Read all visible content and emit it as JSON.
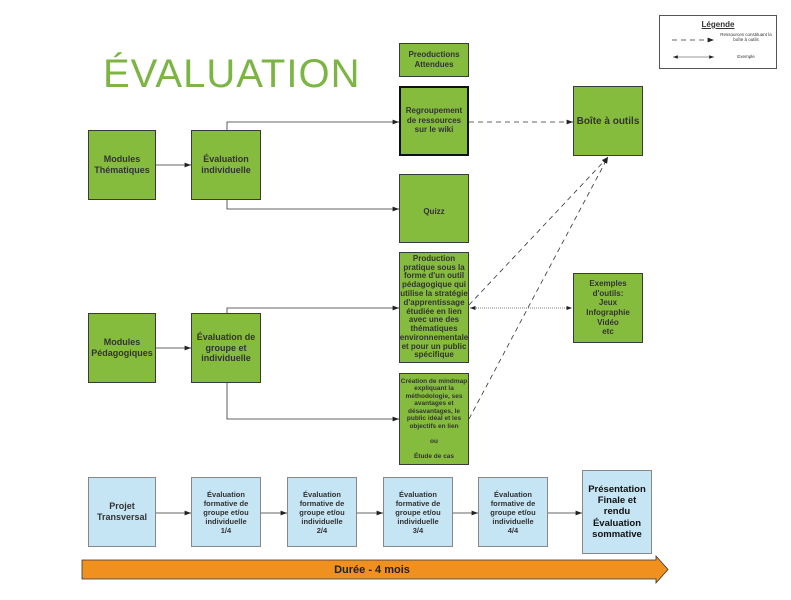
{
  "title": "ÉVALUATION",
  "legend": {
    "title": "Légende",
    "dashed_label": "Ressources constituant la boîte à outils",
    "double_arrow_label": "Exemple"
  },
  "boxes": {
    "productions_attendues": "Preoductions\nAttendues",
    "regroupement": "Regroupement de ressources sur le wiki",
    "quizz": "Quizz",
    "production_pratique": "Production pratique sous la forme d'un outil pédagogique qui utilise la stratégie d'apprentissage étudiée en lien avec une des thématiques environnementale et  pour un public spécifique",
    "creation_mindmap": "Création de mindmap expliquant la méthodologie, ses avantages et désavantages, le public idéal et les objectifs en lien\n\nou\n\nÉtude de cas",
    "boite_a_outils": "Boîte à outils",
    "exemples_outils": "Exemples d'outils:\nJeux\nInfographie\nVidéo\netc",
    "modules_thematiques": "Modules\nThématiques",
    "evaluation_individuelle": "Évaluation\nindividuelle",
    "modules_pedagogiques": "Modules\nPédagogiques",
    "evaluation_groupe": "Évaluation de groupe et individuelle",
    "projet_transversal": "Projet\nTransversal",
    "eval_1": "Évaluation\nformative de\ngroupe et/ou\nindividuelle\n1/4",
    "eval_2": "Évaluation\nformative de\ngroupe et/ou\nindividuelle\n2/4",
    "eval_3": "Évaluation\nformative de\ngroupe et/ou\nindividuelle\n3/4",
    "eval_4": "Évaluation\nformative de\ngroupe et/ou\nindividuelle\n4/4",
    "presentation_finale": "Présentation\nFinale et\nrendu\nÉvaluation\nsommative"
  },
  "timeline": {
    "label": "Durée  - 4 mois"
  },
  "colors": {
    "green": "#86bc3d",
    "blue": "#c5e4f4",
    "orange": "#f0901e",
    "title": "#7cb544"
  }
}
